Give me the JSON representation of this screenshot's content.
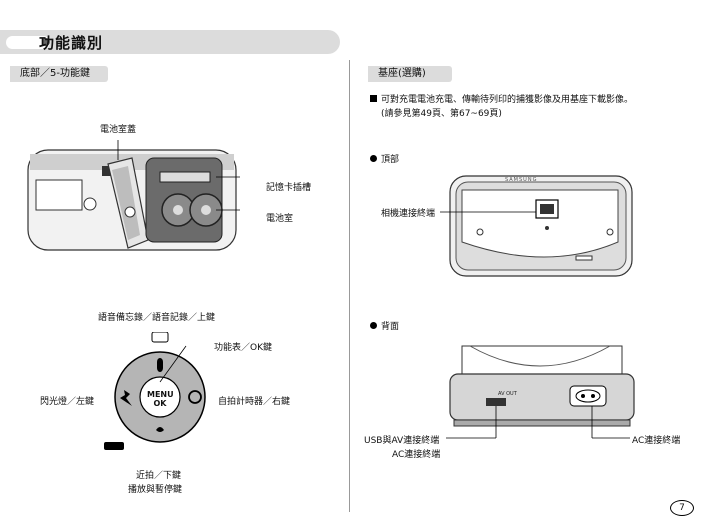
{
  "title": "功能識別",
  "left_section": {
    "tab": "底部／5-功能鍵",
    "labels": {
      "battery_cover": "電池室蓋",
      "card_slot": "記憶卡插槽",
      "battery_chamber": "電池室",
      "voice_memo": "語音備忘錄／語音記錄／上鍵",
      "menu_ok": "功能表／OK鍵",
      "flash_left": "閃光燈／左鍵",
      "self_timer_right": "自拍計時器／右鍵",
      "macro_down": "近拍／下鍵",
      "play_pause": "播放與暫停鍵"
    },
    "dial": {
      "center_top": "MENU",
      "center_bottom": "OK"
    }
  },
  "right_section": {
    "tab": "基座(選購)",
    "note_line1": "可對充電電池充電、傳輸待列印的捕獲影像及用基座下載影像。",
    "note_line2": "(請參見第49頁、第67~69頁)",
    "top_heading": "頂部",
    "camera_terminal": "相機連接終端",
    "brand": "SAMSUNG",
    "back_heading": "背面",
    "usb_av_terminal": "USB與AV連接終端",
    "ac_terminal_left": "AC連接終端",
    "ac_terminal_right": "AC連接終端",
    "port_label": "AV OUT"
  },
  "page_number": "7"
}
